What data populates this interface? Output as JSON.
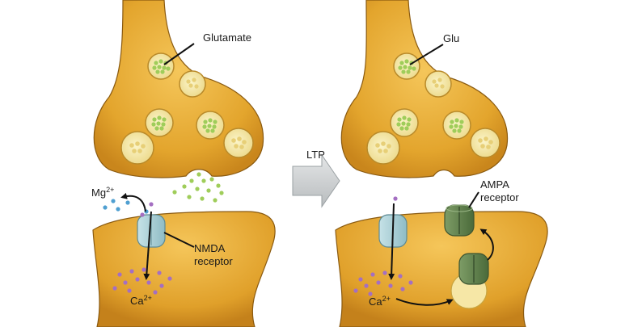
{
  "labels": {
    "glutamate": "Glutamate",
    "glu": "Glu",
    "ltp": "LTP",
    "mg": "Mg",
    "mg_charge": "2+",
    "ca_left": "Ca",
    "ca_left_charge": "2+",
    "ca_right": "Ca",
    "ca_right_charge": "2+",
    "nmda_line1": "NMDA",
    "nmda_line2": "receptor",
    "ampa_line1": "AMPA",
    "ampa_line2": "receptor"
  },
  "colors": {
    "neuron_fill": "#e3a52d",
    "neuron_light": "#f4c65a",
    "neuron_outline": "#8a5a10",
    "vesicle_fill": "#f2e7a0",
    "glutamate_dot": "#9fcd5a",
    "mg_dot": "#4f9fd1",
    "ca_dot": "#a46fc2",
    "nmda_receptor": "#a9cfd6",
    "ampa_receptor": "#5e7f4c",
    "arrow_fill": "#cfd2d4"
  }
}
